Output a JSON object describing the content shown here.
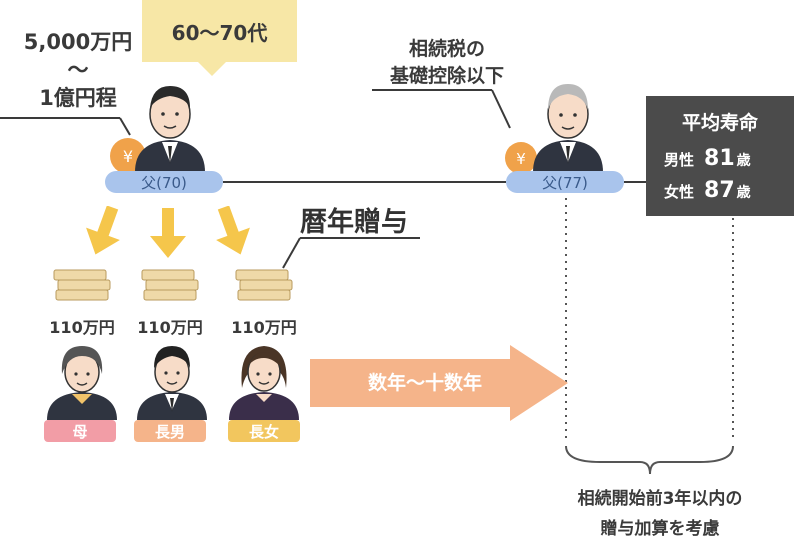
{
  "age_range": "60〜70代",
  "asset_amount": {
    "line1": "5,000万円",
    "line2": "〜",
    "line3": "1億円程"
  },
  "tax_label": {
    "line1": "相続税の",
    "line2": "基礎控除以下"
  },
  "father_now": "父(70)",
  "father_later": "父(77)",
  "yen_symbol": "¥",
  "life_expectancy": {
    "title": "平均寿命",
    "male_label": "男性",
    "male_value": "81",
    "male_unit": "歳",
    "female_label": "女性",
    "female_value": "87",
    "female_unit": "歳"
  },
  "gift_label": "暦年贈与",
  "gift_amounts": [
    "110万円",
    "110万円",
    "110万円"
  ],
  "recipients": [
    {
      "label": "母",
      "color": "#f29da6"
    },
    {
      "label": "長男",
      "color": "#f5b48a"
    },
    {
      "label": "長女",
      "color": "#f2c65e"
    }
  ],
  "period_label": "数年〜十数年",
  "note": {
    "line1": "相続開始前3年以内の",
    "line2": "贈与加算を考慮"
  },
  "colors": {
    "gift_arrow": "#f5c64b",
    "period_arrow": "#f5b48a",
    "life_box": "#4b4b4b",
    "pill": "#a9c4ec",
    "age_box": "#f7e7a6"
  }
}
